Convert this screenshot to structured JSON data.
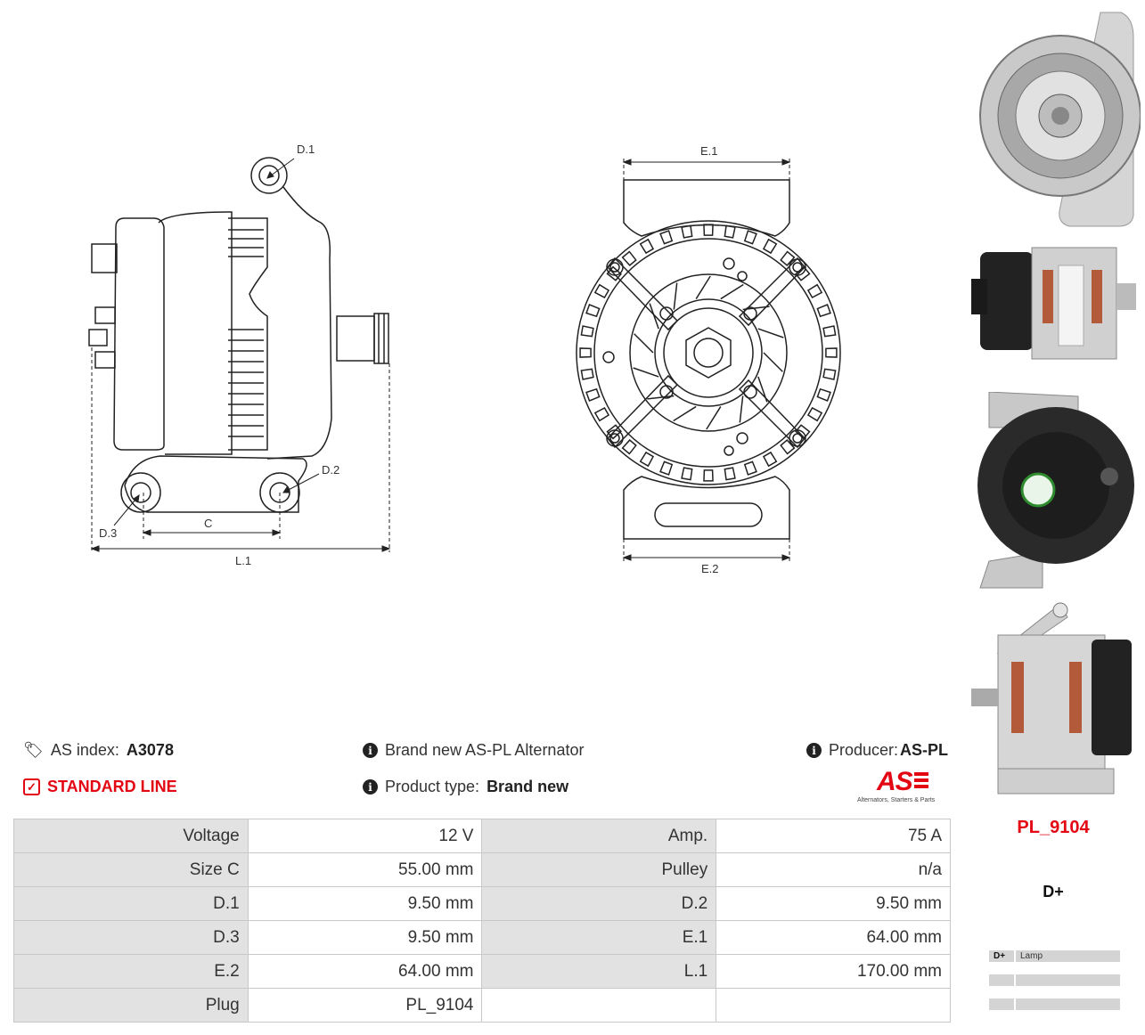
{
  "diagram": {
    "labels": {
      "d1": "D.1",
      "d2": "D.2",
      "d3": "D.3",
      "c": "C",
      "l1": "L.1",
      "e1": "E.1",
      "e2": "E.2"
    }
  },
  "info": {
    "as_index_label": "AS index:",
    "as_index_value": "A3078",
    "standard_line": "STANDARD LINE",
    "brand_text": "Brand new AS-PL Alternator",
    "product_type_label": "Product type:",
    "product_type_value": "Brand new",
    "producer_label": "Producer:",
    "producer_value": "AS-PL",
    "logo_text": "AS",
    "logo_tagline": "Alternators, Starters & Parts"
  },
  "specs": [
    {
      "l1": "Voltage",
      "v1": "12 V",
      "l2": "Amp.",
      "v2": "75 A"
    },
    {
      "l1": "Size C",
      "v1": "55.00 mm",
      "l2": "Pulley",
      "v2": "n/a"
    },
    {
      "l1": "D.1",
      "v1": "9.50 mm",
      "l2": "D.2",
      "v2": "9.50 mm"
    },
    {
      "l1": "D.3",
      "v1": "9.50 mm",
      "l2": "E.1",
      "v2": "64.00 mm"
    },
    {
      "l1": "E.2",
      "v1": "64.00 mm",
      "l2": "L.1",
      "v2": "170.00 mm"
    },
    {
      "l1": "Plug",
      "v1": "PL_9104",
      "l2": "",
      "v2": ""
    }
  ],
  "plug": {
    "code": "PL_9104",
    "terminal": "D+",
    "pins": [
      {
        "pin": "D+",
        "desc": "Lamp"
      },
      {
        "pin": "",
        "desc": ""
      },
      {
        "pin": "",
        "desc": ""
      }
    ]
  },
  "colors": {
    "accent_red": "#e30613",
    "label_bg": "#e2e2e2"
  }
}
